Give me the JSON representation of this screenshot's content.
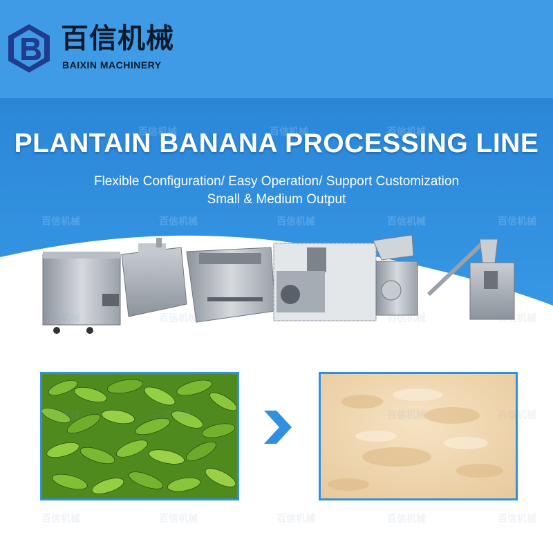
{
  "brand": {
    "name_cn": "百信机械",
    "name_en": "BAIXIN MACHINERY",
    "primary_color": "#3f9be6",
    "logo_color": "#1f3d8c"
  },
  "banner": {
    "headline": "PLANTAIN BANANA PROCESSING LINE",
    "subtitle_line1": "Flexible Configuration/ Easy Operation/ Support Customization",
    "subtitle_line2": "Small & Medium Output"
  },
  "watermark": "百信机械",
  "icons": [
    "logo-b-icon",
    "chevron-right-icon"
  ]
}
